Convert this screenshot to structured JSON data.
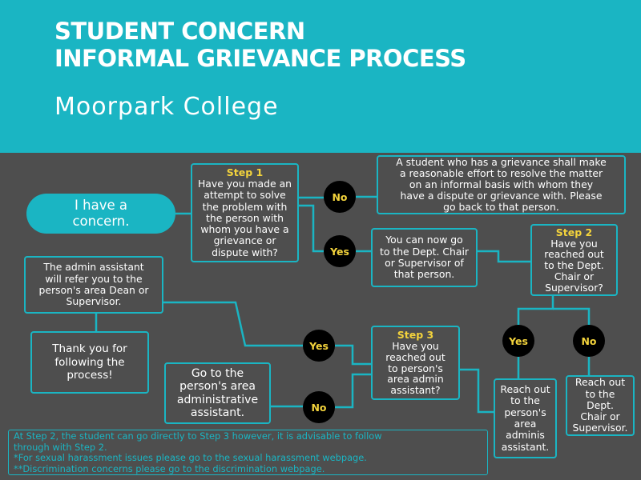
{
  "header": {
    "title_line1": "STUDENT CONCERN",
    "title_line2": "INFORMAL GRIEVANCE PROCESS",
    "subtitle": "Moorpark College"
  },
  "start": {
    "label": "I have a\nconcern."
  },
  "step1": {
    "label": "Step 1",
    "question": "Have you made an\nattempt to solve\nthe problem with\nthe person with\nwhom you have a\ngrievance or\ndispute with?"
  },
  "decisions": {
    "step1_no": "No",
    "step1_yes": "Yes",
    "step2_yes": "Yes",
    "step2_no": "No",
    "step3_yes": "Yes",
    "step3_no": "No"
  },
  "step1_no_result": "A student who has a grievance shall make\na reasonable effort to resolve the matter\non an informal basis with whom they\nhave a dispute or grievance with. Please\ngo back to that person.",
  "step1_yes_result": "You can now go\nto the Dept. Chair\nor Supervisor of\nthat person.",
  "step2": {
    "label": "Step 2",
    "question": "Have you\nreached out\nto the Dept.\nChair or\nSupervisor?"
  },
  "step2_yes_result": "Reach out\nto the\nperson's\narea\nadminis\nassistant.",
  "step2_no_result": "Reach out\nto the Dept.\nChair or\nSupervisor.",
  "step3": {
    "label": "Step 3",
    "question": "Have you\nreached out\nto person's\narea admin\nassistant?"
  },
  "step3_yes_result": "The admin assistant\nwill refer you to the\nperson's area Dean or\nSupervisor.",
  "final": "Thank you for\nfollowing the\nprocess!",
  "step3_no_result": "Go to the\nperson's area\nadministrative\nassistant.",
  "footnote": {
    "line1": "At Step 2, the student can go directly to Step 3 however, it is advisable to follow",
    "line2": "through with Step 2.",
    "line3": "*For sexual harassment issues please go to the sexual harassment webpage.",
    "line4": "**Discrimination concerns please go to the discrimination webpage."
  },
  "colors": {
    "teal": "#1ab5c3",
    "background": "#4e4e4e",
    "step_label": "#f3d33c",
    "circle": "#000000"
  }
}
